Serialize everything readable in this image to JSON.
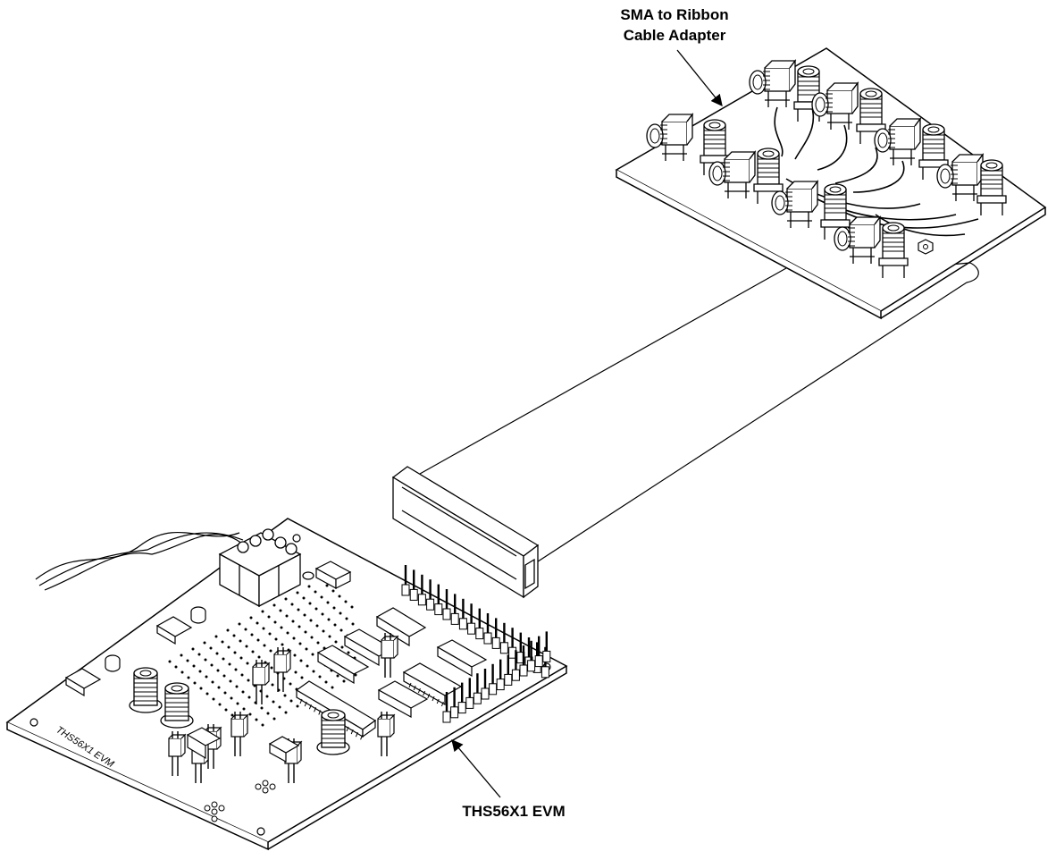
{
  "labels": {
    "adapter_line1": "SMA to Ribbon",
    "adapter_line2": "Cable Adapter",
    "evm_callout": "THS56X1 EVM",
    "board_silkscreen": "THS56X1  EVM"
  },
  "colors": {
    "ink": "#000000",
    "paper": "#ffffff"
  }
}
